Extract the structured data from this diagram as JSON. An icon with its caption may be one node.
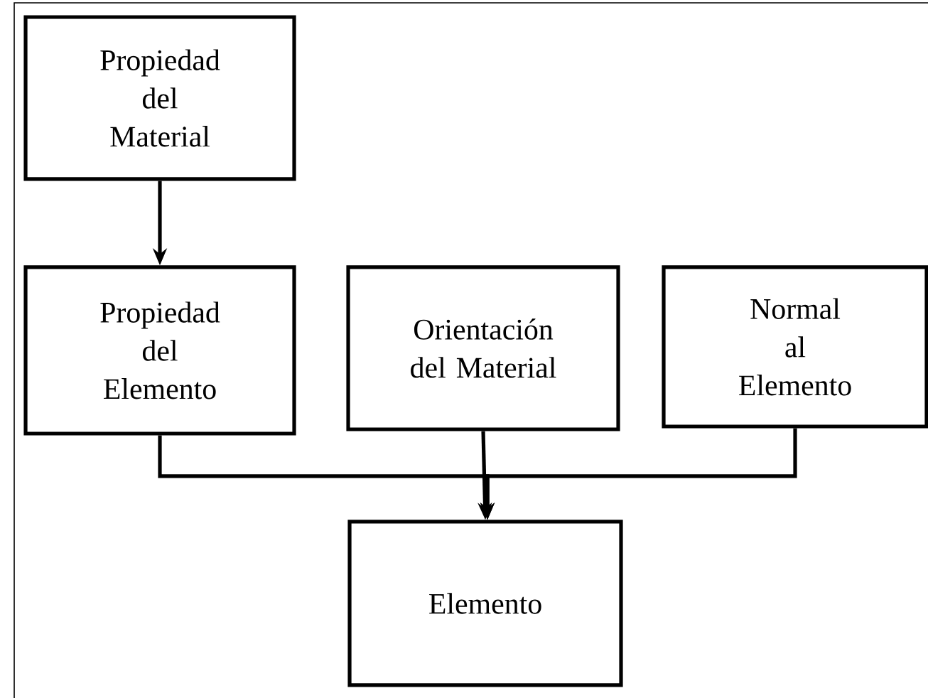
{
  "diagram": {
    "nodes": [
      {
        "text": [
          "Propiedad del Material"
        ]
      },
      {
        "text": [
          "Propiedad del Elemento"
        ]
      },
      {
        "text": [
          "Orientación del Material"
        ]
      },
      {
        "text": [
          "Normal al Elemento"
        ]
      },
      {
        "text": [
          "Elemento"
        ]
      }
    ],
    "edges": [
      {
        "from": 0,
        "to": 1,
        "arrow": "to"
      },
      {
        "from": 1,
        "to": 4,
        "arrow": "to"
      },
      {
        "from": 2,
        "to": 4,
        "arrow": "to"
      },
      {
        "from": 3,
        "to": 4,
        "arrow": "to"
      }
    ]
  }
}
